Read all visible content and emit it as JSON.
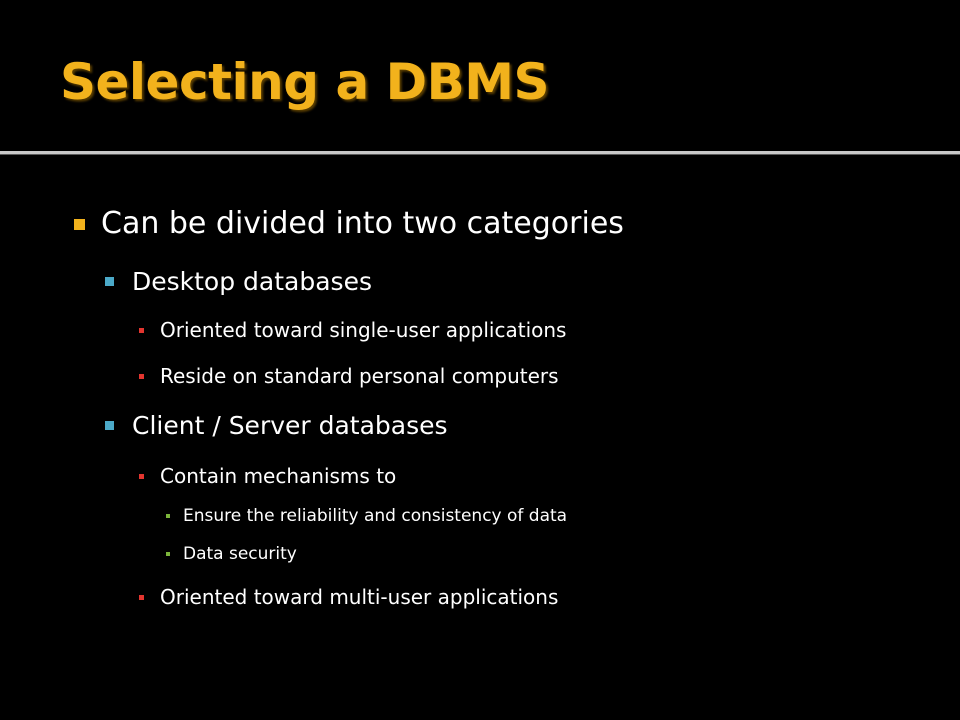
{
  "slide": {
    "title": "Selecting a DBMS",
    "bullets": {
      "main": "Can be divided into two categories",
      "desktop": {
        "label": "Desktop databases",
        "points": [
          "Oriented toward single-user applications",
          "Reside on standard personal computers"
        ]
      },
      "client_server": {
        "label": "Client / Server databases",
        "mechanisms": {
          "label": "Contain mechanisms to",
          "points": [
            "Ensure the reliability and consistency of data",
            "Data security"
          ]
        },
        "multi_user": "Oriented toward multi-user applications"
      }
    }
  },
  "colors": {
    "title": "#f2b21c",
    "bullet_level1": "#f2b21c",
    "bullet_level2": "#4ba9c8",
    "bullet_level3": "#e3352f",
    "bullet_level4": "#7cb53b",
    "background": "#000000",
    "text": "#ffffff"
  }
}
